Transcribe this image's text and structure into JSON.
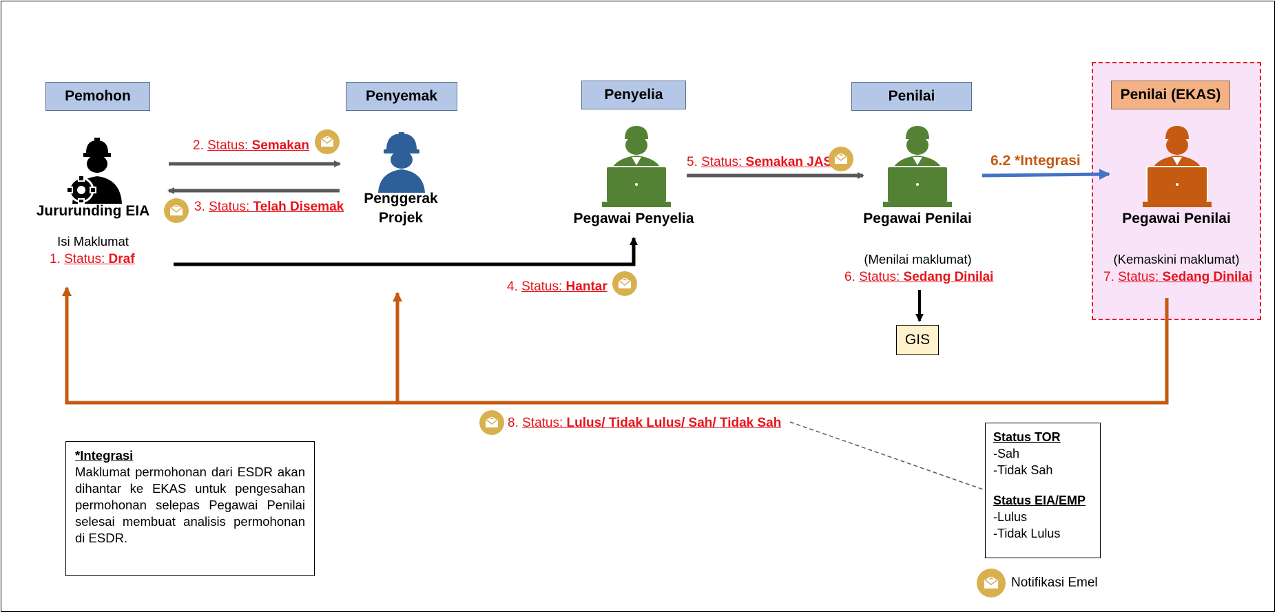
{
  "roles": {
    "pemohon": "Pemohon",
    "penyemak": "Penyemak",
    "penyelia": "Penyelia",
    "penilai": "Penilai",
    "penilai_ekas": "Penilai (EKAS)"
  },
  "actors": {
    "jururunding": "Jururunding EIA",
    "penggerak_line1": "Penggerak",
    "penggerak_line2": "Projek",
    "pegawai_penyelia": "Pegawai Penyelia",
    "pegawai_penilai": "Pegawai Penilai",
    "pegawai_penilai_ekas": "Pegawai Penilai"
  },
  "notes": {
    "isi_maklumat": "Isi Maklumat",
    "menilai": "(Menilai maklumat)",
    "kemaskini": "(Kemaskini maklumat)"
  },
  "statuses": [
    {
      "num": "1. ",
      "label": "Status: ",
      "value": "Draf"
    },
    {
      "num": "2. ",
      "label": "Status: ",
      "value": "Semakan"
    },
    {
      "num": "3. ",
      "label": "Status: ",
      "value": "Telah Disemak"
    },
    {
      "num": "4. ",
      "label": "Status: ",
      "value": "Hantar"
    },
    {
      "num": "5. ",
      "label": "Status: ",
      "value": "Semakan JAS"
    },
    {
      "num": "6. ",
      "label": "Status: ",
      "value": "Sedang Dinilai"
    },
    {
      "num": "7. ",
      "label": "Status: ",
      "value": "Sedang Dinilai"
    },
    {
      "num": "8. ",
      "label": "Status: ",
      "value": " Lulus/ Tidak Lulus/ Sah/ Tidak Sah"
    }
  ],
  "integrasi_arrow": "6.2 *Integrasi",
  "gis": "GIS",
  "integrasi_note": {
    "title": "*Integrasi",
    "body": "Maklumat permohonan dari ESDR akan dihantar ke EKAS untuk pengesahan permohonan selepas Pegawai Penilai selesai membuat analisis permohonan di ESDR."
  },
  "status_legend": {
    "tor_title": "Status TOR",
    "tor_items": [
      "-Sah",
      "-Tidak Sah"
    ],
    "eia_title": "Status EIA/EMP",
    "eia_items": [
      "-Lulus",
      "-Tidak Lulus"
    ]
  },
  "notif_label": "Notifikasi Emel",
  "colors": {
    "role_blue": "#b4c7e7",
    "role_orange": "#f4b183",
    "status_red": "#e6141b",
    "return_orange": "#c55a11",
    "integrasi_blue": "#4472c4",
    "penyelia_green": "#548235",
    "ekas_orange": "#c55a11",
    "mail_gold": "#d9b04f",
    "ekas_bg": "#f9e3f9"
  }
}
